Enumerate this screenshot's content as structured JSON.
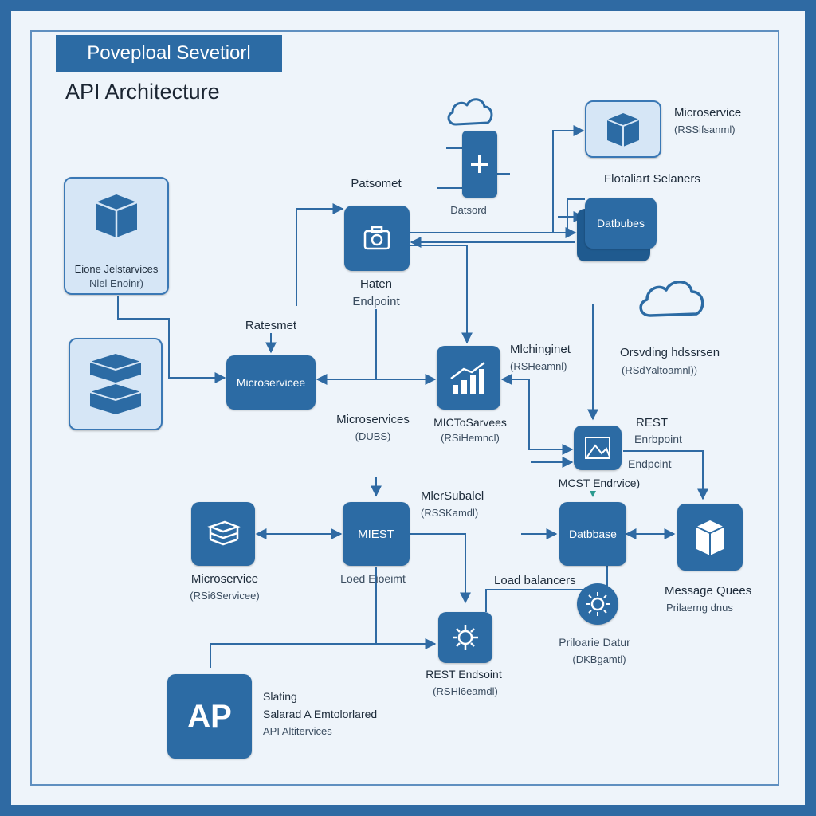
{
  "header": {
    "banner": "Poveploal Sevetiorl",
    "title": "API Architecture"
  },
  "nodes": {
    "datsord_label": "Datsord",
    "patsomet_label": "Patsomet",
    "haten_label": "Haten",
    "haten_sub": "Endpoint",
    "microservice_top_label": "Microservice",
    "microservice_top_sub": "(RSSifsanml)",
    "flotaliart_label": "Flotaliart Selaners",
    "datbubes_label": "Datbubes",
    "left_storage_label": "Eione Jelstarvices",
    "left_storage_sub": "Nlel Enoinr)",
    "ratesmet_label": "Ratesmet",
    "microservice_center_label": "Microservicee",
    "microservices_label": "Microservices",
    "microservices_sub": "(DUBS)",
    "analytics_label": "Mlchinginet",
    "analytics_sub": "(RSHeamnl)",
    "analytics_caption": "MICToSarvees",
    "analytics_caption_sub": "(RSiHemncl)",
    "orsvding_label": "Orsvding hdssrsen",
    "orsvding_sub": "(RSdYaltoamnl))",
    "rest_top_label": "REST",
    "rest_top_sub": "Enrbpoint",
    "rest_top_sub2": "Endpcint",
    "rest_top_caption": "MCST Endrvice)",
    "mersubalel_label": "MlerSubalel",
    "mersubalel_sub": "(RSSKamdl)",
    "microservice_left_label": "Microservice",
    "microservice_left_sub": "(RSi6Servicee)",
    "miest_label": "MIEST",
    "miest_sub": "Loed Eioeimt",
    "database_label": "Datbbase",
    "message_queue_label": "Message Quees",
    "message_queue_sub": "Prilaerng dnus",
    "load_balancers_label": "Load balancers",
    "priloarie_label": "Priloarie Datur",
    "priloarie_sub": "(DKBgamtl)",
    "rest_bottom_label": "REST Endsoint",
    "rest_bottom_sub": "(RSHl6eamdl)",
    "ap_badge": "AP",
    "ap_title": "Slating",
    "ap_subtitle": "Salarad A Emtolorlared",
    "ap_sub2": "API Altitervices"
  },
  "colors": {
    "frame": "#2f6aa3",
    "background": "#eef4fa",
    "node": "#2c6ba4",
    "node_light": "#d6e6f6",
    "wire": "#2f6aa3"
  },
  "icons": [
    "cloud-icon",
    "plus-doc-icon",
    "camera-icon",
    "cube-icon",
    "stacked-boxes-icon",
    "bar-chart-icon",
    "image-icon",
    "server-stack-icon",
    "gear-icon",
    "sun-icon"
  ]
}
